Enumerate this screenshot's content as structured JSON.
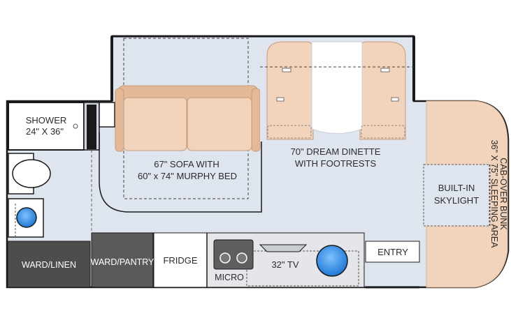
{
  "labels": {
    "shower_l1": "SHOWER",
    "shower_l2": "24\" X 36\"",
    "sofa_l1": "67\" SOFA WITH",
    "sofa_l2": "60\" x 74\" MURPHY BED",
    "dinette_l1": "70\" DREAM DINETTE",
    "dinette_l2": "WITH FOOTRESTS",
    "skylight_l1": "BUILT-IN",
    "skylight_l2": "SKYLIGHT",
    "cabover_l1": "CAB-OVER BUNK",
    "cabover_l2": "36\" X 75\" SLEEPING AREA",
    "ward_linen": "WARD/LINEN",
    "ward_pantry": "WARD/PANTRY",
    "fridge": "FRIDGE",
    "micro": "MICRO",
    "tv": "32\" TV",
    "entry": "ENTRY"
  },
  "colors": {
    "floor": "#dfe5ef",
    "wall": "#1a1a1a",
    "upholstery": "#f2d3bb",
    "upholstery_dark": "#e3b998",
    "cabinet_dark": "#4d4d4d",
    "cabinet_mid": "#6b6b6b",
    "sink_blue": "#2f8fe8",
    "counter": "#e4e6ea"
  }
}
